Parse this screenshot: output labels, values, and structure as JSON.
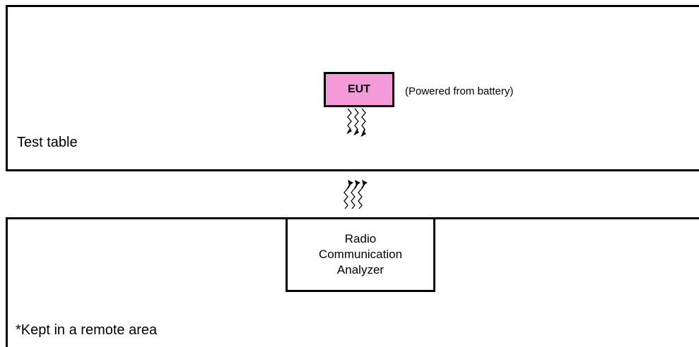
{
  "diagram": {
    "test_table": {
      "label": "Test table"
    },
    "eut": {
      "label": "EUT",
      "note": "(Powered from battery)",
      "fill_color": "#f59ad8"
    },
    "analyzer": {
      "line1": "Radio",
      "line2": "Communication",
      "line3": "Analyzer"
    },
    "remote_area": {
      "note": "*Kept in a remote area"
    },
    "icons": [
      "radio-wave-down-icon",
      "radio-wave-up-icon"
    ]
  }
}
